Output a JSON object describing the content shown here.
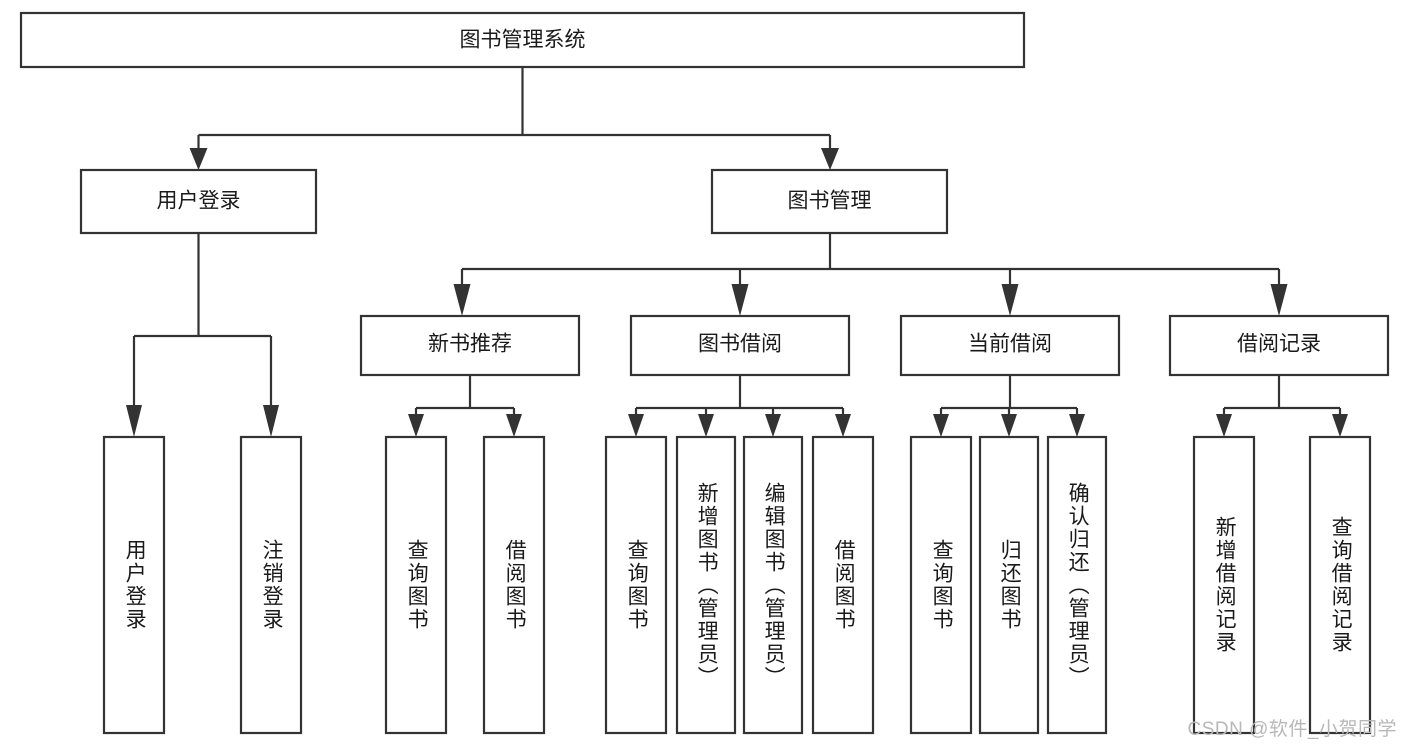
{
  "diagram": {
    "title": "图书管理系统",
    "type": "hierarchy-tree",
    "watermark": "CSDN @软件_小贺同学",
    "root": {
      "label": "图书管理系统"
    },
    "level2": [
      {
        "label": "用户登录"
      },
      {
        "label": "图书管理"
      }
    ],
    "level3": [
      {
        "label": "新书推荐"
      },
      {
        "label": "图书借阅"
      },
      {
        "label": "当前借阅"
      },
      {
        "label": "借阅记录"
      }
    ],
    "leaves": {
      "user_login": [
        {
          "label": "用户登录"
        },
        {
          "label": "注销登录"
        }
      ],
      "new_book_recommend": [
        {
          "label": "查询图书"
        },
        {
          "label": "借阅图书"
        }
      ],
      "book_borrow": [
        {
          "label": "查询图书"
        },
        {
          "label": "新增图书（管理员）"
        },
        {
          "label": "编辑图书（管理员）"
        },
        {
          "label": "借阅图书"
        }
      ],
      "current_borrow": [
        {
          "label": "查询图书"
        },
        {
          "label": "归还图书"
        },
        {
          "label": "确认归还（管理员）"
        }
      ],
      "borrow_record": [
        {
          "label": "新增借阅记录"
        },
        {
          "label": "查询借阅记录"
        }
      ]
    },
    "colors": {
      "stroke": "#333333",
      "fill": "#ffffff",
      "text": "#1a1a1a",
      "watermark": "#b8b8b8"
    }
  }
}
